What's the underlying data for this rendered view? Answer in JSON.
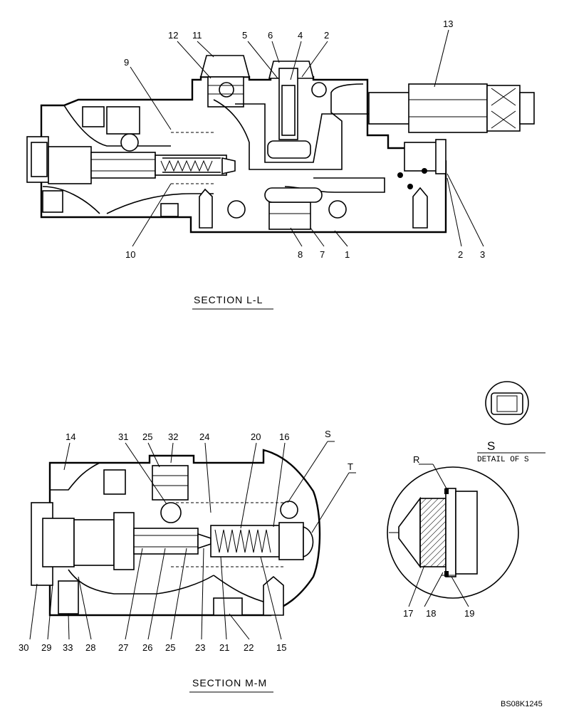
{
  "section_ll": {
    "title": "SECTION  L-L",
    "callouts": [
      "12",
      "11",
      "5",
      "6",
      "4",
      "2",
      "13",
      "9",
      "10",
      "8",
      "7",
      "1",
      "2",
      "3"
    ]
  },
  "section_mm": {
    "title": "SECTION  M-M",
    "callouts_top": [
      "14",
      "31",
      "25",
      "32",
      "24",
      "20",
      "16",
      "S",
      "T"
    ],
    "callouts_bottom": [
      "30",
      "29",
      "33",
      "28",
      "27",
      "26",
      "25",
      "23",
      "21",
      "22",
      "15"
    ]
  },
  "detail_s": {
    "letter": "S",
    "title": "DETAIL OF S",
    "callouts": [
      "R",
      "17",
      "18",
      "19"
    ]
  },
  "drawing_code": "BS08K1245"
}
